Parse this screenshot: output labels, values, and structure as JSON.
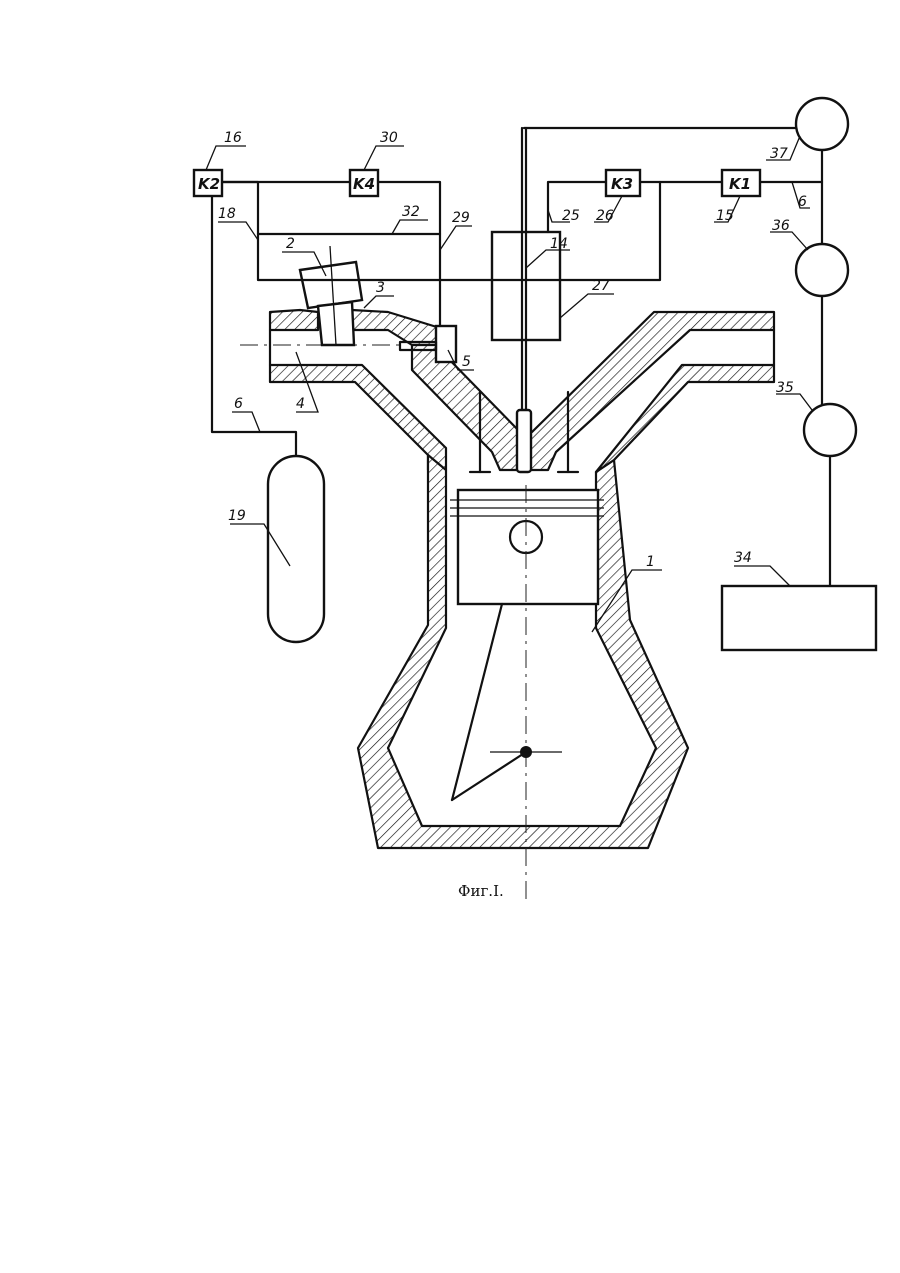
{
  "figure": {
    "caption": "Фиг.I.",
    "valves": {
      "k2": "K2",
      "k4": "K4",
      "k3": "K3",
      "k1": "K1"
    },
    "refs": {
      "r1": "1",
      "r2": "2",
      "r3": "3",
      "r4": "4",
      "r5": "5",
      "r6a": "6",
      "r6b": "6",
      "r14": "14",
      "r15": "15",
      "r16": "16",
      "r18": "18",
      "r19": "19",
      "r25": "25",
      "r26": "26",
      "r27": "27",
      "r29": "29",
      "r30": "30",
      "r32": "32",
      "r34": "34",
      "r35": "35",
      "r36": "36",
      "r37": "37"
    }
  }
}
